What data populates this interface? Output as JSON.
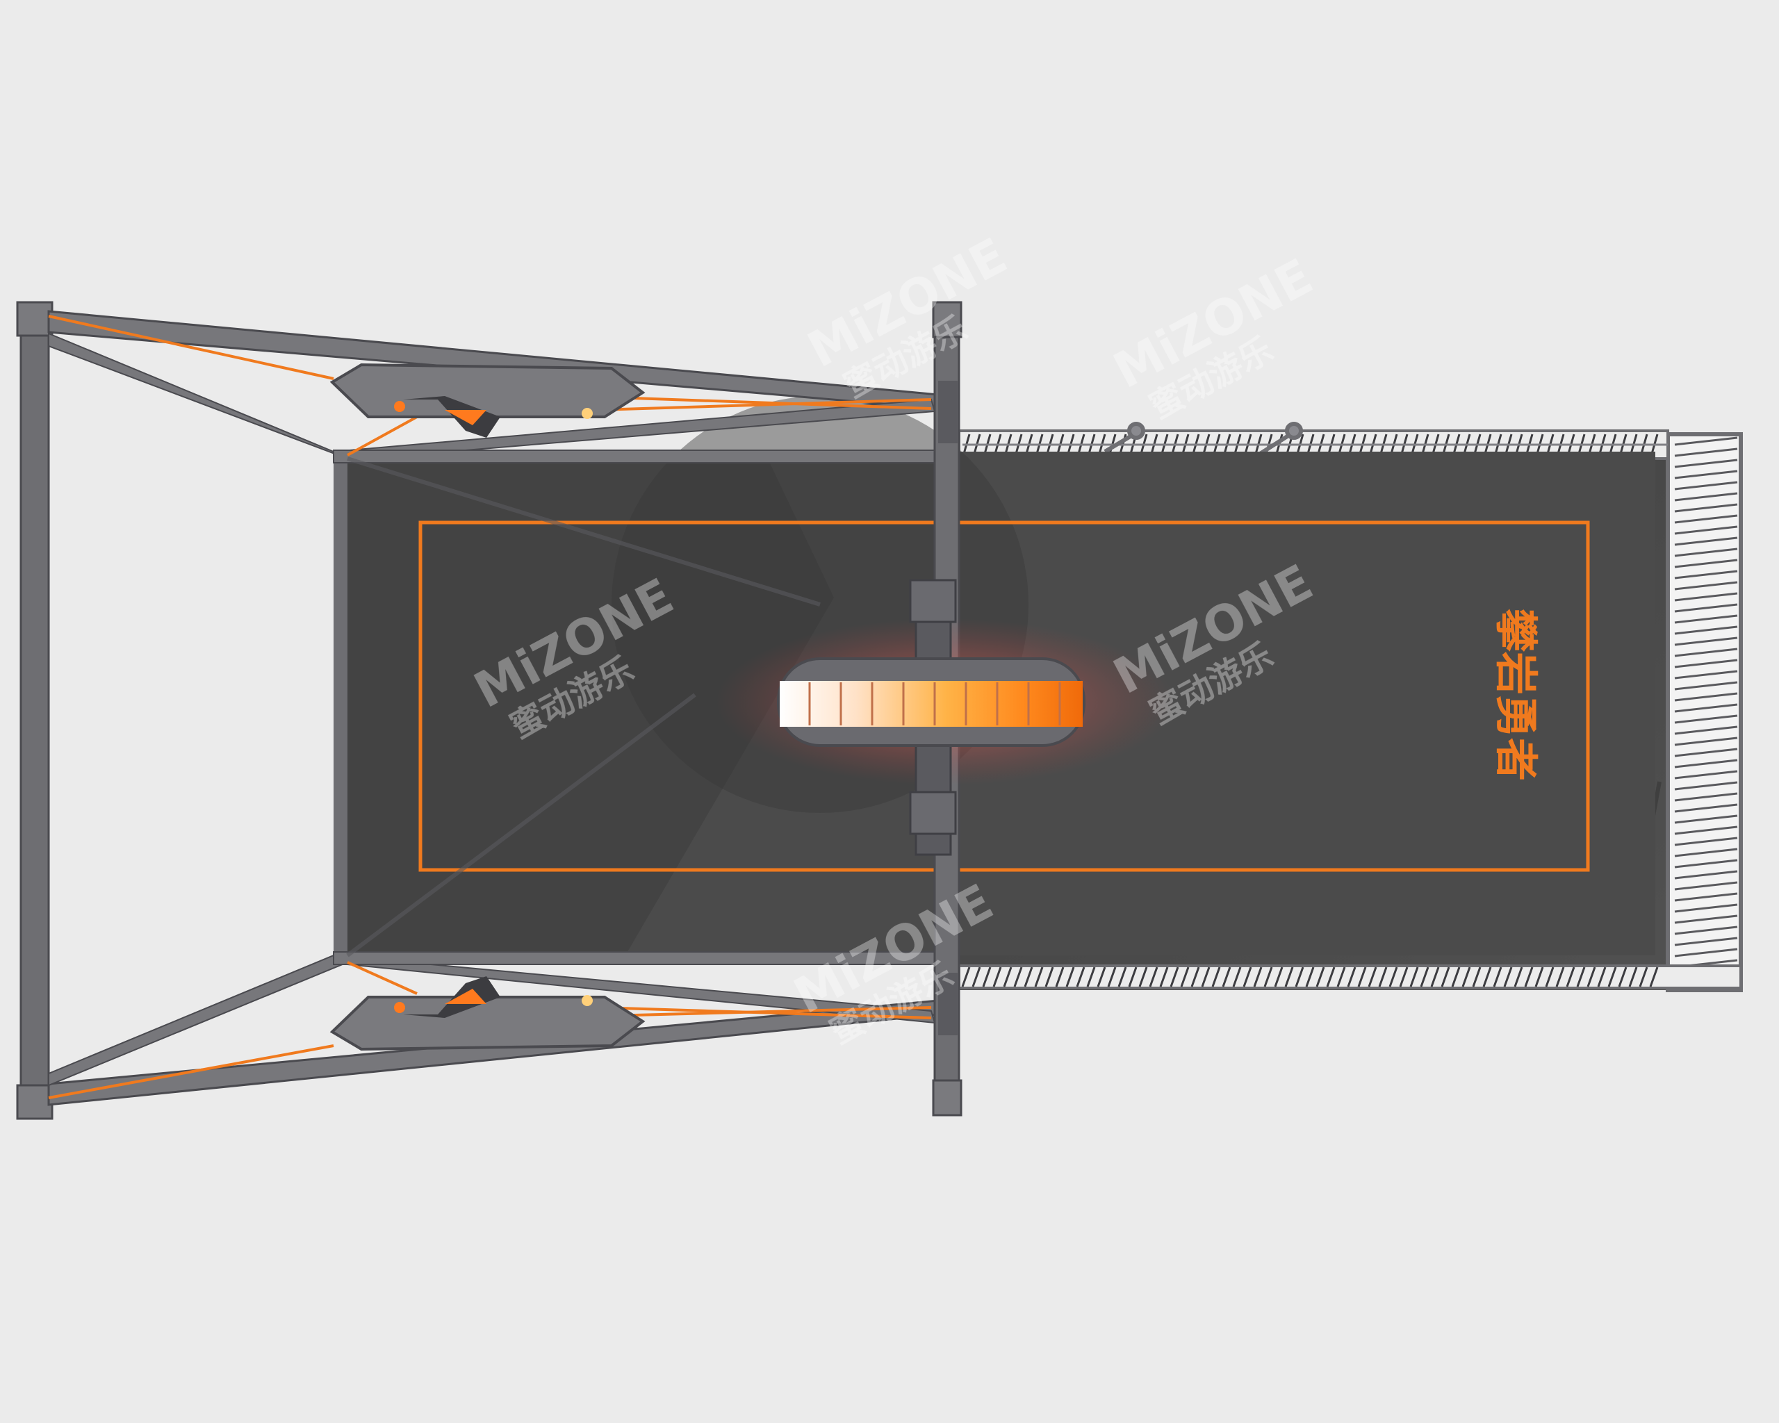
{
  "image": {
    "watermark": {
      "brand": "MiZONE",
      "chinese": "蜜动游乐"
    },
    "floor_title": "攀岩勇者",
    "colors": {
      "background": "#ebebeb",
      "frame": "#6e6e72",
      "frame_dark": "#4a4a4f",
      "floor": "#4c4c4c",
      "accent": "#f07a1e",
      "light_core": "#ffb04a"
    }
  }
}
